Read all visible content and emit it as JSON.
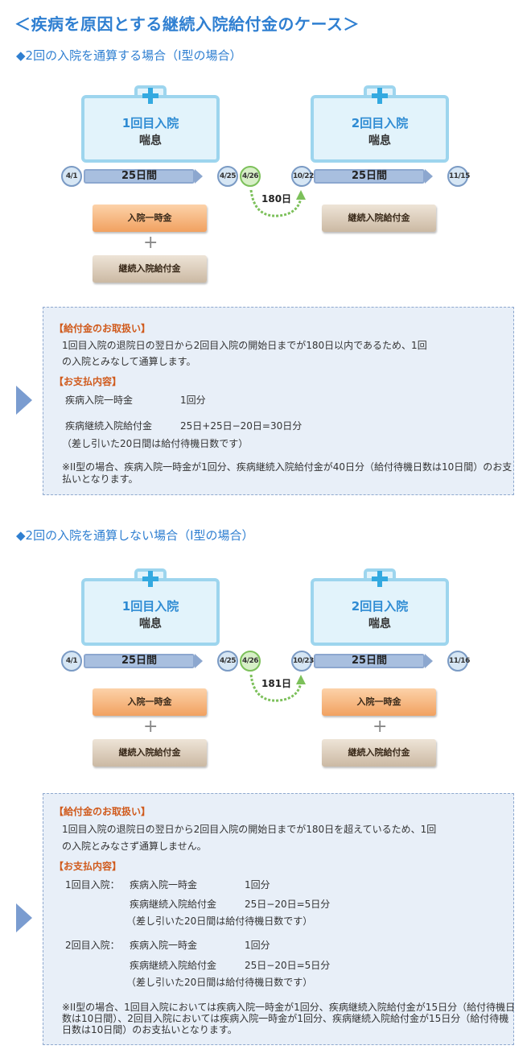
{
  "page_title": "＜疾病を原因とする継続入院給付金のケース＞",
  "sections": [
    {
      "title": "◆2回の入院を通算する場合（I型の場合）",
      "first": {
        "label": "1回目入院",
        "disease": "喘息"
      },
      "second": {
        "label": "2回目入院",
        "disease": "喘息"
      },
      "dates": [
        "4/1",
        "4/25",
        "4/26",
        "10/22",
        "11/15"
      ],
      "bar1": "25日間",
      "bar2": "25日間",
      "gap": "180日",
      "first_benefits": [
        "入院一時金",
        "継続入院給付金"
      ],
      "second_benefits": [
        "継続入院給付金"
      ],
      "box": {
        "heading1": "【給付金のお取扱い】",
        "body1a": "1回目入院の退院日の翌日から2回目入院の開始日までが180日以内であるため、1回",
        "body1b": "の入院とみなして通算します。",
        "heading2": "【お支払内容】",
        "r1a": "疾病入院一時金",
        "r1b": "1回分",
        "r2a": "疾病継続入院給付金",
        "r2b": "25日+25日−20日=30日分",
        "r2note": "（差し引いた20日間は給付待機日数です）",
        "note1": "※II型の場合、疾病入院一時金が1回分、疾病継続入院給付金が40日分（給付待機日数は10日間）のお支",
        "note2": "払いとなります。"
      }
    },
    {
      "title": "◆2回の入院を通算しない場合（I型の場合）",
      "first": {
        "label": "1回目入院",
        "disease": "喘息"
      },
      "second": {
        "label": "2回目入院",
        "disease": "喘息"
      },
      "dates": [
        "4/1",
        "4/25",
        "4/26",
        "10/23",
        "11/16"
      ],
      "bar1": "25日間",
      "bar2": "25日間",
      "gap": "181日",
      "first_benefits": [
        "入院一時金",
        "継続入院給付金"
      ],
      "second_benefits": [
        "入院一時金",
        "継続入院給付金"
      ],
      "box": {
        "heading1": "【給付金のお取扱い】",
        "body1a": "1回目入院の退院日の翌日から2回目入院の開始日までが180日を超えているため、1回",
        "body1b": "の入院とみなさず通算しません。",
        "heading2": "【お支払内容】",
        "p1": "1回目入院：",
        "p1r1a": "疾病入院一時金",
        "p1r1b": "1回分",
        "p1r2a": "疾病継続入院給付金",
        "p1r2b": "25日−20日=5日分",
        "p1note": "（差し引いた20日間は給付待機日数です）",
        "p2": "2回目入院：",
        "p2r1a": "疾病入院一時金",
        "p2r1b": "1回分",
        "p2r2a": "疾病継続入院給付金",
        "p2r2b": "25日−20日=5日分",
        "p2note": "（差し引いた20日間は給付待機日数です）",
        "note1": "※II型の場合、1回目入院においては疾病入院一時金が1回分、疾病継続入院給付金が15日分（給付待機日",
        "note2": "数は10日間）、2回目入院においては疾病入院一時金が1回分、疾病継続入院給付金が15日分（給付待機",
        "note3": "日数は10日間）のお支払いとなります。"
      }
    }
  ]
}
